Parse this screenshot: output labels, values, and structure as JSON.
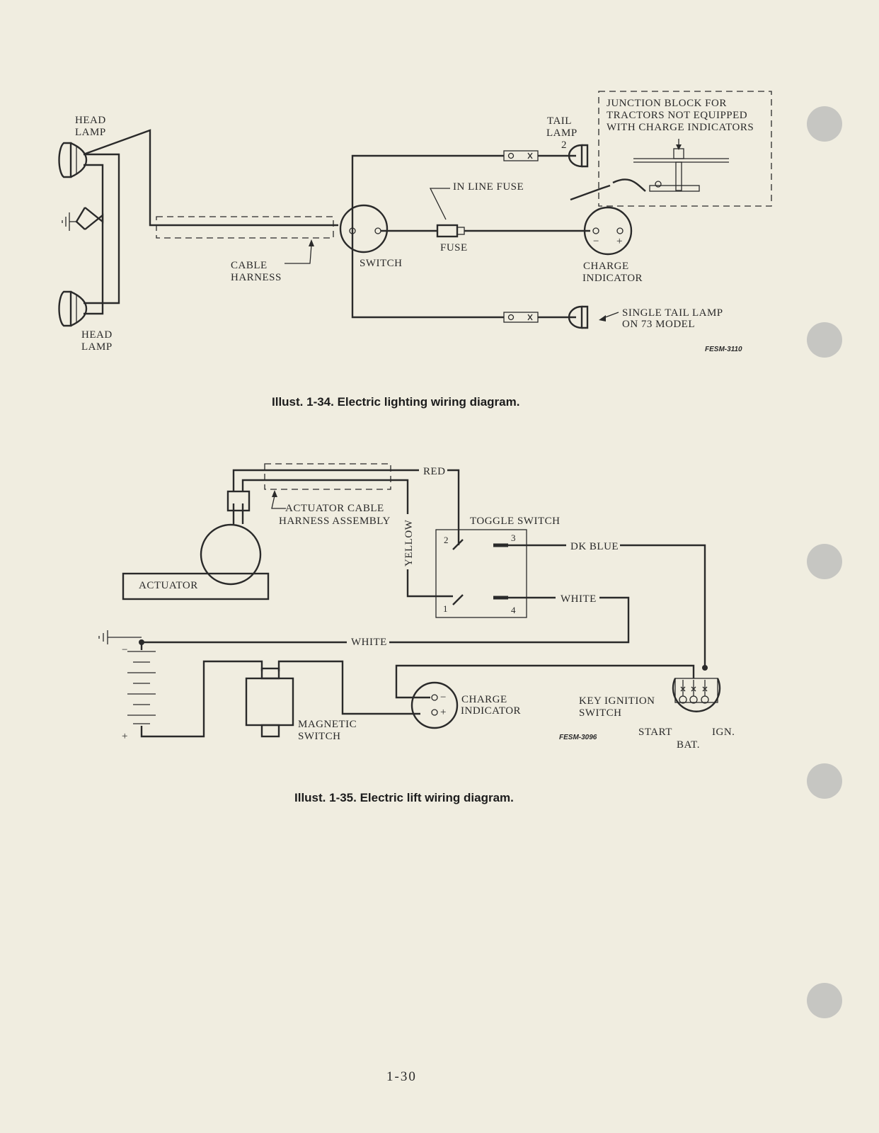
{
  "colors": {
    "paper": "#f0ede0",
    "ink": "#2a2a2a",
    "punch_hole": "#c6c6c2"
  },
  "fig134": {
    "labels": {
      "head_lamp": "HEAD",
      "head_lamp_2": "LAMP",
      "tail_lamp": "TAIL",
      "tail_lamp_2": "LAMP",
      "tail_lamp_num": "2",
      "junction_1": "JUNCTION BLOCK FOR",
      "junction_2": "TRACTORS NOT EQUIPPED",
      "junction_3": "WITH CHARGE INDICATORS",
      "in_line_fuse": "IN LINE FUSE",
      "fuse": "FUSE",
      "switch": "SWITCH",
      "cable_1": "CABLE",
      "cable_2": "HARNESS",
      "charge_1": "CHARGE",
      "charge_2": "INDICATOR",
      "single_1": "SINGLE TAIL LAMP",
      "single_2": "ON 73 MODEL",
      "minus": "−",
      "plus": "+"
    },
    "code": "FESM-3110",
    "caption": "Illust. 1-34.  Electric lighting wiring diagram."
  },
  "fig135": {
    "labels": {
      "red": "RED",
      "yellow": "YELLOW",
      "act_cable_1": "ACTUATOR CABLE",
      "act_cable_2": "HARNESS ASSEMBLY",
      "toggle_switch": "TOGGLE SWITCH",
      "actuator": "ACTUATOR",
      "dk_blue": "DK BLUE",
      "white_a": "WHITE",
      "white_b": "WHITE",
      "t1": "1",
      "t2": "2",
      "t3": "3",
      "t4": "4",
      "charge_1": "CHARGE",
      "charge_2": "INDICATOR",
      "magnetic_1": "MAGNETIC",
      "magnetic_2": "SWITCH",
      "key_1": "KEY IGNITION",
      "key_2": "SWITCH",
      "start": "START",
      "ign": "IGN.",
      "bat": "BAT.",
      "minus": "−",
      "plus": "+",
      "batt_minus": "−",
      "batt_plus": "+"
    },
    "code": "FESM-3096",
    "caption": "Illust. 1-35.  Electric lift wiring diagram."
  },
  "page_number": "1-30"
}
